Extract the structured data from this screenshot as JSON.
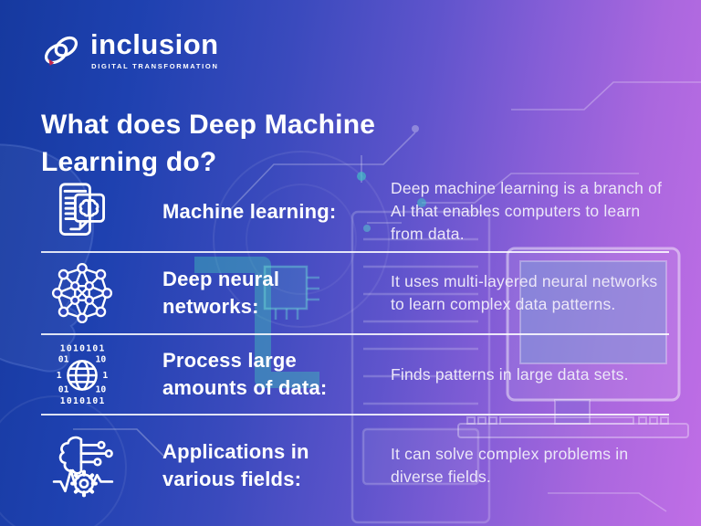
{
  "logo": {
    "brand": "inclusion",
    "tagline": "DIGITAL TRANSFORMATION"
  },
  "title": "What does Deep Machine Learning do?",
  "rows": [
    {
      "icon": "document-brain-icon",
      "label": "Machine learning:",
      "description": "Deep machine learning is a branch of AI that enables computers to learn from data."
    },
    {
      "icon": "neural-network-icon",
      "label": "Deep neural networks:",
      "description": "It uses multi-layered neural networks to learn complex data patterns."
    },
    {
      "icon": "binary-globe-icon",
      "label": "Process large amounts of data:",
      "description": "Finds patterns in large data sets."
    },
    {
      "icon": "brain-circuit-gear-icon",
      "label": "Applications in various fields:",
      "description": "It can solve complex problems in diverse fields."
    }
  ],
  "colors": {
    "gradient_left": "#1b3fae",
    "gradient_mid": "#5a52c8",
    "gradient_right": "#c06ee6",
    "teal_accent": "#3fbdb7",
    "logo_accent_red": "#c2274e",
    "text_primary": "#ffffff",
    "text_secondary": "#ece7f8",
    "divider": "#ffffff"
  }
}
